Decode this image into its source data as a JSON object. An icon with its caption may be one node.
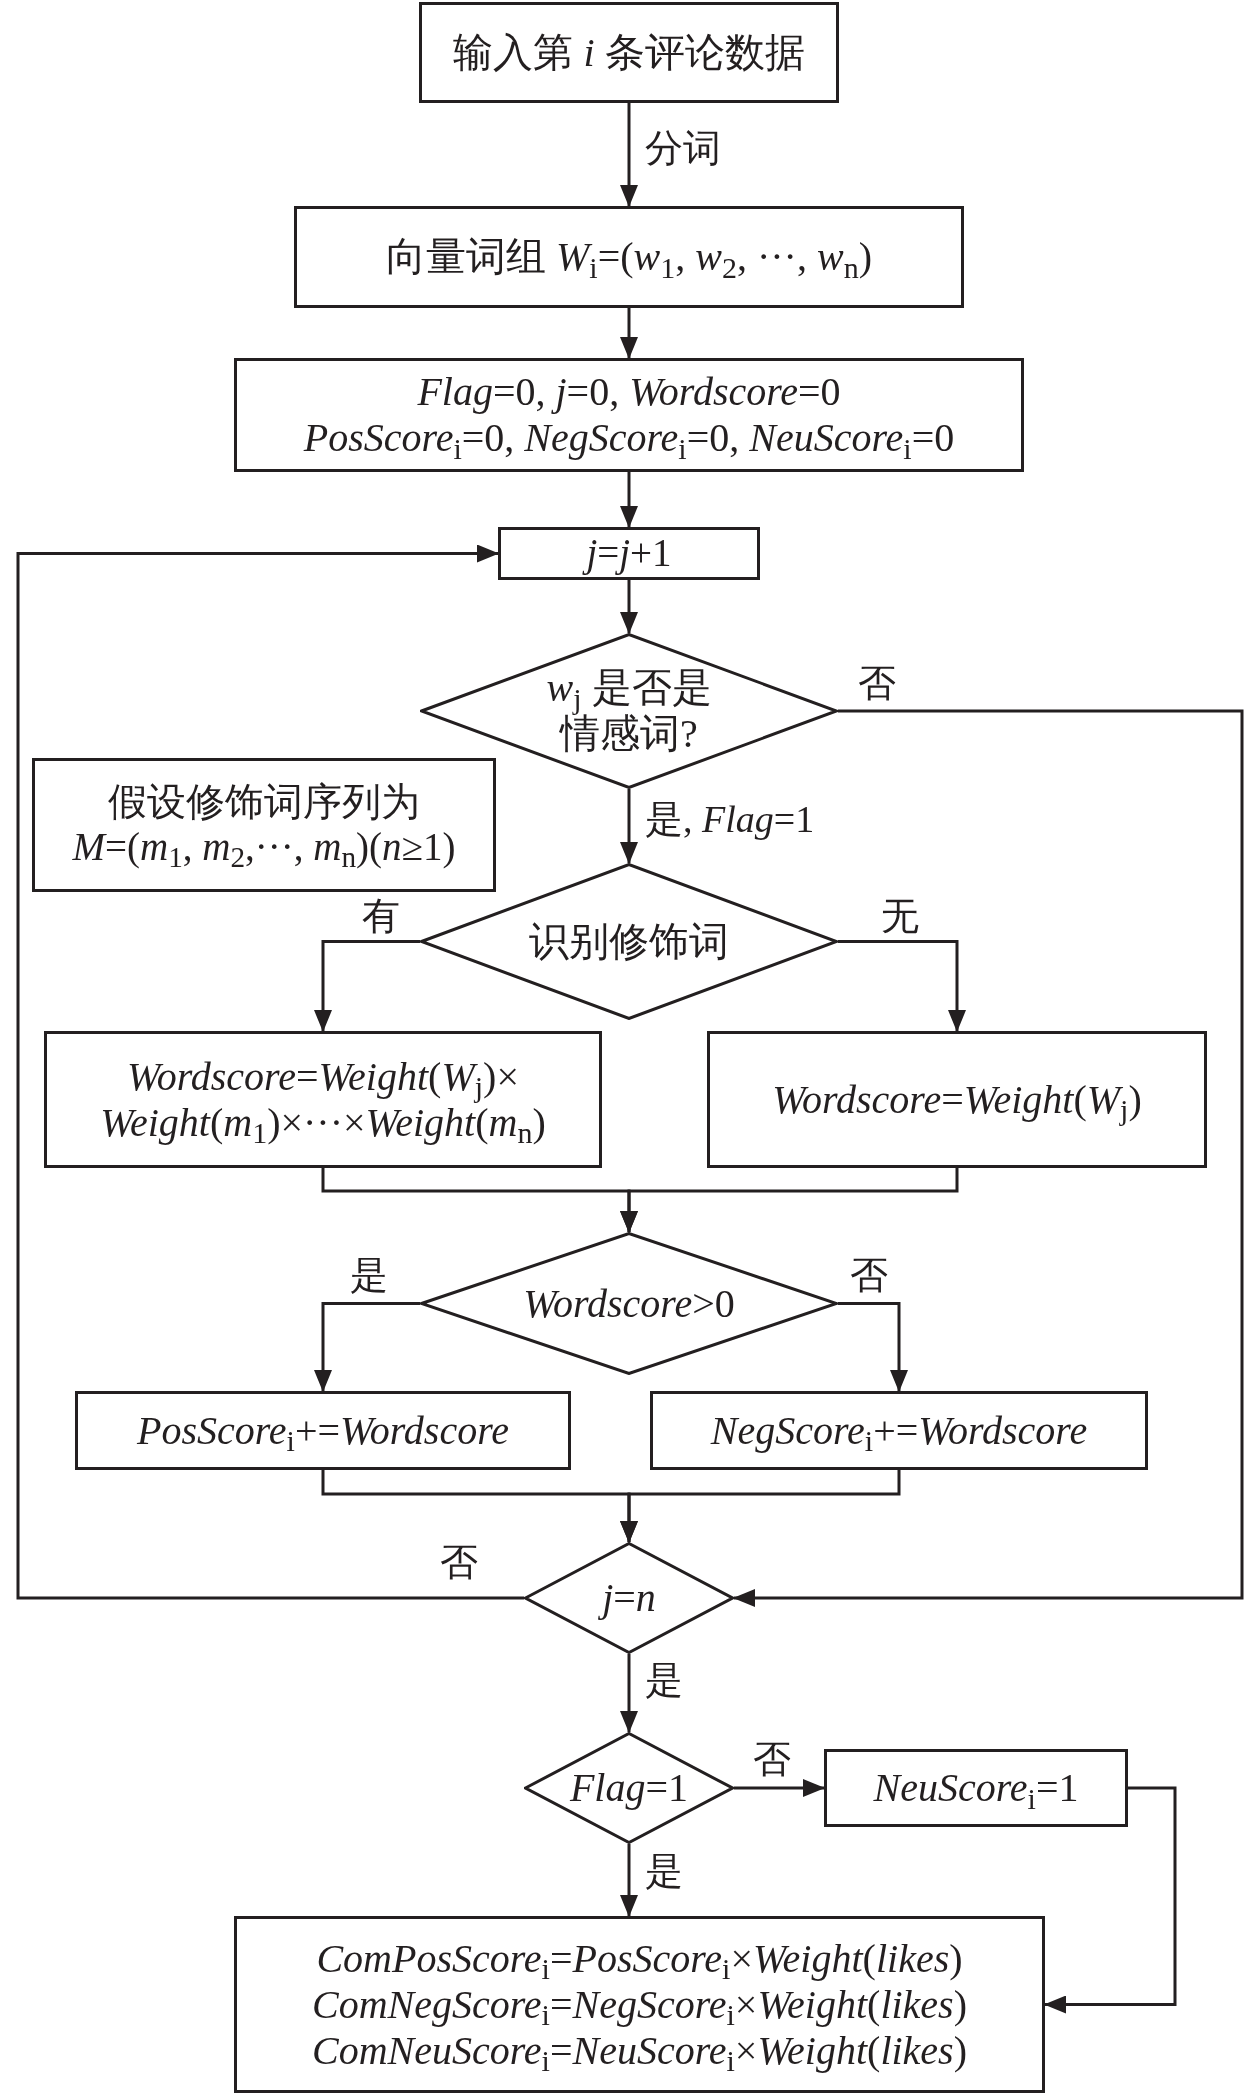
{
  "diagram": {
    "nodes": [
      {
        "text": [
          "输入第 *i* 条评论数据"
        ]
      },
      {
        "text": [
          "向量词组 *W*$_{i}$=(*w*$_{1}$, *w*$_{2}$, ···, *w*$_{n}$)"
        ]
      },
      {
        "text": [
          "*Flag*=0, *j*=0, *Wordscore*=0",
          "*PosScore*$_{i}$=0, *NegScore*$_{i}$=0, *NeuScore*$_{i}$=0"
        ]
      },
      {
        "text": [
          "*j*=*j*+1"
        ]
      },
      {
        "text": [
          "*w*$_{j}$ 是否是情感词?"
        ]
      },
      {
        "text": [
          "假设修饰词序列为",
          "*M*=(*m*$_{1}$, *m*$_{2}$,···, *m*$_{n}$)(*n*≥1)"
        ]
      },
      {
        "text": [
          "识别修饰词"
        ]
      },
      {
        "text": [
          "*Wordscore*=*Weight*(*W*$_{j}$)× *Weight*(*m*$_{1}$)×···×*Weight*(*m*$_{n}$)"
        ]
      },
      {
        "text": [
          "*Wordscore*=*Weight*(*W*$_{j}$)"
        ]
      },
      {
        "text": [
          "*Wordscore*>0"
        ]
      },
      {
        "text": [
          "*PosScore*$_{i}$+=*Wordscore*"
        ]
      },
      {
        "text": [
          "*NegScore*$_{i}$+=*Wordscore*"
        ]
      },
      {
        "text": [
          "*j*=*n*"
        ]
      },
      {
        "text": [
          "*Flag*=1"
        ]
      },
      {
        "text": [
          "*NeuScore*$_{i}$=1"
        ]
      },
      {
        "text": [
          "*ComPosScore*$_{i}$=*PosScore*$_{i}$×*Weight*(*likes*)",
          "*ComNegScore*$_{i}$=*NegScore*$_{i}$×*Weight*(*likes*)",
          "*ComNeuScore*$_{i}$=*NeuScore*$_{i}$×*Weight*(*likes*)"
        ]
      }
    ],
    "edges": [
      {
        "from": 0,
        "to": 1,
        "arrow": "to",
        "label": "分词"
      },
      {
        "from": 1,
        "to": 2,
        "arrow": "to"
      },
      {
        "from": 2,
        "to": 3,
        "arrow": "to"
      },
      {
        "from": 3,
        "to": 4,
        "arrow": "to"
      },
      {
        "from": 4,
        "to": 12,
        "arrow": "to",
        "label": "否"
      },
      {
        "from": 4,
        "to": 6,
        "arrow": "to",
        "label": "是, *Flag*=1"
      },
      {
        "from": 6,
        "to": 7,
        "arrow": "to",
        "label": "有"
      },
      {
        "from": 6,
        "to": 8,
        "arrow": "to",
        "label": "无"
      },
      {
        "from": 7,
        "to": 9,
        "arrow": "to"
      },
      {
        "from": 8,
        "to": 9,
        "arrow": "to"
      },
      {
        "from": 9,
        "to": 10,
        "arrow": "to",
        "label": "是"
      },
      {
        "from": 9,
        "to": 11,
        "arrow": "to",
        "label": "否"
      },
      {
        "from": 10,
        "to": 12,
        "arrow": "to"
      },
      {
        "from": 11,
        "to": 12,
        "arrow": "to"
      },
      {
        "from": 12,
        "to": 3,
        "arrow": "to",
        "label": "否"
      },
      {
        "from": 12,
        "to": 13,
        "arrow": "to",
        "label": "是"
      },
      {
        "from": 13,
        "to": 14,
        "arrow": "to",
        "label": "否"
      },
      {
        "from": 13,
        "to": 15,
        "arrow": "to",
        "label": "是"
      },
      {
        "from": 14,
        "to": 15,
        "arrow": "to"
      }
    ]
  }
}
